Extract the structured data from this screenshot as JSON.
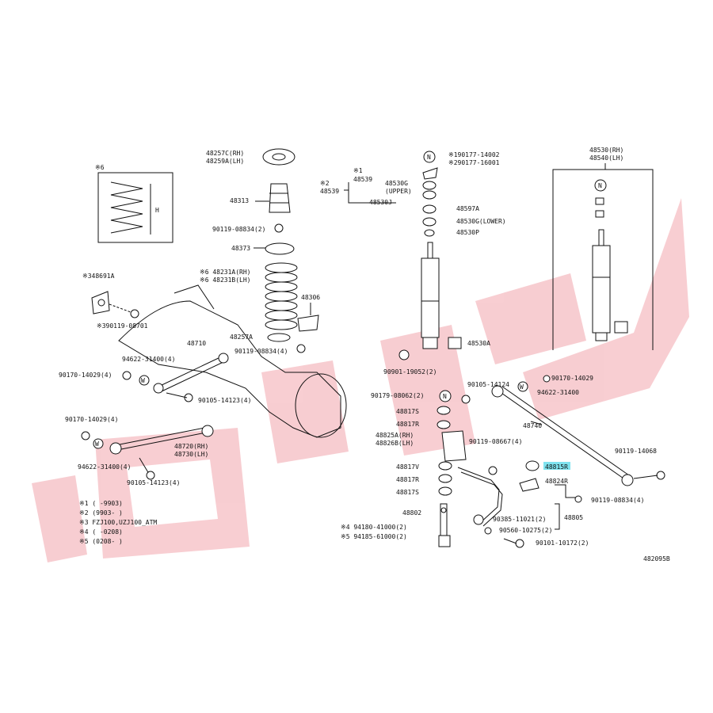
{
  "watermark": {
    "color": "#f08a96"
  },
  "highlight_color": "#7fe3ef",
  "labels": {
    "note6": "※6",
    "spring_h": "H",
    "p48257C": "48257C(RH)",
    "p48259A": "48259A(LH)",
    "p48313": "48313",
    "p90119_08834a": "90119-08834(2)",
    "p48373": "48373",
    "p48231A": "※6 48231A(RH)",
    "p48231B": "※6 48231B(LH)",
    "p48306": "48306",
    "p48257A": "48257A",
    "p90119_08834b": "90119-08834(4)",
    "p348691A": "※348691A",
    "p390119": "※390119-08701",
    "p48710": "48710",
    "p94622a": "94622-31400(4)",
    "p90170a": "90170-14029(4)",
    "p90105a": "90105-14123(4)",
    "p90170b": "90170-14029(4)",
    "p48720": "48720(RH)",
    "p48730": "48730(LH)",
    "p94622b": "94622-31400(4)",
    "p90105b": "90105-14123(4)",
    "p190177": "※190177-14002",
    "p290177": "※290177-16001",
    "note1": "※1",
    "p48539a": "48539",
    "p48530G": "48530G",
    "upper": "(UPPER)",
    "note2": "※2",
    "p48539b": "48539",
    "p48530J": "48530J",
    "p48597A": "48597A",
    "p48530G_lower": "48530G(LOWER)",
    "p48530P": "48530P",
    "p48530A": "48530A",
    "p90901": "90901-19052(2)",
    "p48530rh": "48530(RH)",
    "p48540lh": "48540(LH)",
    "p90170c": "90170-14029",
    "p90105c": "90105-14124",
    "p94622c": "94622-31400",
    "p90179": "90179-08062(2)",
    "p48817S_top": "48817S",
    "p48817R_top": "48817R",
    "p48825A": "48825A(RH)",
    "p48826B": "48826B(LH)",
    "p90119_08667": "90119-08667(4)",
    "p48740": "48740",
    "p90119_14068": "90119-14068",
    "p48817V": "48817V",
    "p48817R": "48817R",
    "p48817S": "48817S",
    "p48815R": "48815R",
    "p48824R": "48824R",
    "p90119_08834c": "90119-08834(4)",
    "p48802": "48802",
    "p90385": "90385-11021(2)",
    "p48805": "48805",
    "p90560": "90560-10275(2)",
    "p94180": "※4 94180-41000(2)",
    "p94185": "※5 94185-61000(2)",
    "p90101": "90101-10172(2)",
    "code": "482095B"
  },
  "washer_marks": {
    "w": "W",
    "n": "N"
  },
  "notes": [
    "※1 (     -9903)",
    "※2 (9903-     )",
    "※3 FZJ100,UZJ100_ATM",
    "※4 (     -0208)",
    "※5 (0208-     )"
  ]
}
